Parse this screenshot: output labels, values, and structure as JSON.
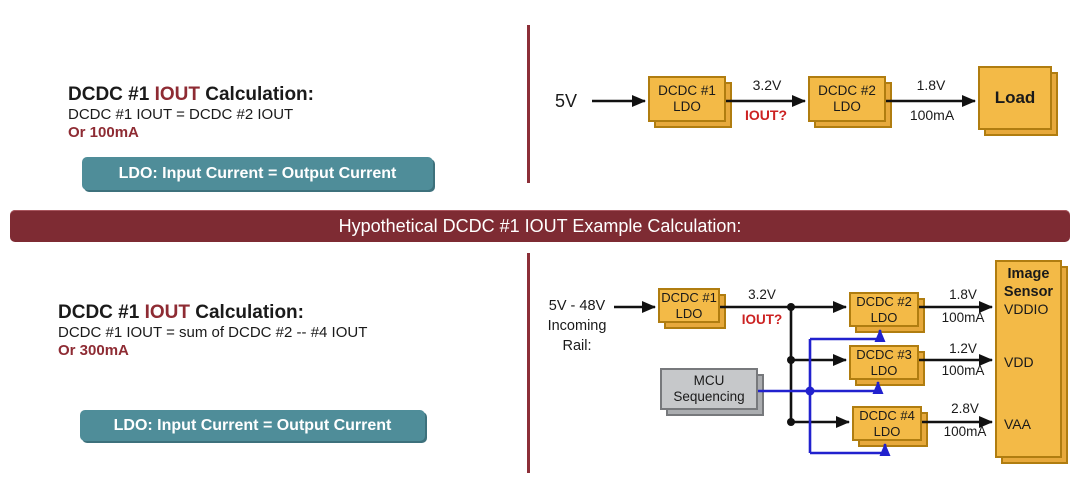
{
  "colors": {
    "maroon_accent": "#8E2B33",
    "banner_bg": "#7E2B33",
    "divider": "#8C2F38",
    "bright_red": "#CC2222",
    "wire_blue": "#2121CE",
    "box_yellow": "#F3BA47",
    "box_yellow_depth": "#E7A93C",
    "box_border": "#B07D10",
    "teal_bg": "#4F8D99",
    "mcu_gray": "#C6C8CA"
  },
  "top_left": {
    "heading": {
      "prefix": "DCDC #1 ",
      "highlight": "IOUT",
      "suffix": " Calculation:"
    },
    "formula": "DCDC #1 IOUT = DCDC #2 IOUT",
    "result": "Or 100mA",
    "callout": "LDO: Input Current = Output Current"
  },
  "banner": {
    "text": "Hypothetical DCDC #1 IOUT Example Calculation:"
  },
  "bottom_left": {
    "heading": {
      "prefix": "DCDC #1 ",
      "highlight": "IOUT",
      "suffix": " Calculation:"
    },
    "formula": "DCDC #1 IOUT = sum of DCDC #2 -- #4 IOUT",
    "result": "Or 300mA",
    "callout": "LDO: Input Current = Output Current"
  },
  "top_diagram": {
    "input_label": "5V",
    "box1": {
      "line1": "DCDC #1",
      "line2": "LDO"
    },
    "wire1": {
      "above": "3.2V",
      "below": "IOUT?"
    },
    "box2": {
      "line1": "DCDC #2",
      "line2": "LDO"
    },
    "wire2": {
      "above": "1.8V",
      "below": "100mA"
    },
    "load_label": "Load"
  },
  "bottom_diagram": {
    "input_lines": {
      "l1": "5V - 48V",
      "l2": "Incoming",
      "l3": "Rail:"
    },
    "box1": {
      "line1": "DCDC #1",
      "line2": "LDO"
    },
    "wire1": {
      "above": "3.2V",
      "below": "IOUT?"
    },
    "mcu": {
      "line1": "MCU",
      "line2": "Sequencing"
    },
    "branches": [
      {
        "box_line1": "DCDC #2",
        "box_line2": "LDO",
        "voltage": "1.8V",
        "current": "100mA",
        "pin": "VDDIO"
      },
      {
        "box_line1": "DCDC #3",
        "box_line2": "LDO",
        "voltage": "1.2V",
        "current": "100mA",
        "pin": "VDD"
      },
      {
        "box_line1": "DCDC #4",
        "box_line2": "LDO",
        "voltage": "2.8V",
        "current": "100mA",
        "pin": "VAA"
      }
    ],
    "sensor": {
      "title_line1": "Image",
      "title_line2": "Sensor"
    }
  }
}
